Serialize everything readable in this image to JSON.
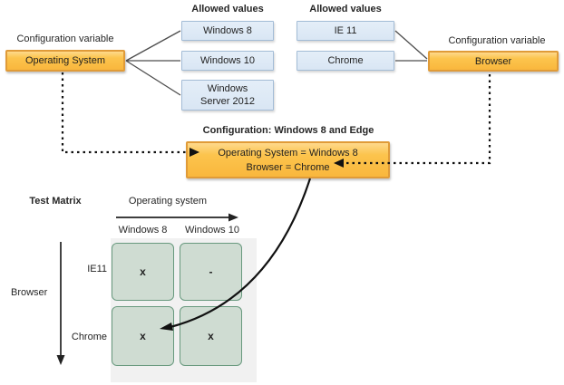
{
  "os_variable": {
    "caption": "Configuration variable",
    "name": "Operating System",
    "allowed_header": "Allowed values",
    "values": [
      "Windows 8",
      "Windows 10",
      "Windows Server 2012"
    ]
  },
  "browser_variable": {
    "caption": "Configuration variable",
    "name": "Browser",
    "allowed_header": "Allowed values",
    "values": [
      "IE 11",
      "Chrome"
    ]
  },
  "configuration": {
    "heading": "Configuration: Windows 8 and Edge",
    "line1": "Operating System = Windows 8",
    "line2": "Browser = Chrome"
  },
  "test_matrix": {
    "title": "Test Matrix",
    "x_axis_label": "Operating system",
    "y_axis_label": "Browser",
    "columns": [
      "Windows 8",
      "Windows 10"
    ],
    "rows": [
      "IE11",
      "Chrome"
    ],
    "cells": [
      [
        "x",
        "-"
      ],
      [
        "x",
        "x"
      ]
    ]
  },
  "colors": {
    "variable_box_fill": "#FCC44D",
    "variable_box_border": "#E09B38",
    "value_box_fill": "#DCE8F5",
    "value_box_border": "#A3BCD6",
    "matrix_cell_fill": "#CFDCD2",
    "matrix_cell_border": "#68997E",
    "matrix_panel_bg": "#F1F1F1",
    "connector_line": "#4D4D4D",
    "arrow": "#111111"
  }
}
